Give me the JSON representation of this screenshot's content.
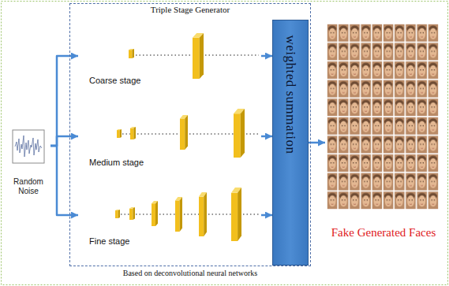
{
  "diagram": {
    "nodes": [
      {
        "text": [
          "Triple Stage Generator"
        ]
      },
      {
        "text": [
          "Coarse stage"
        ],
        "in": 0
      },
      {
        "text": [
          "Medium stage"
        ],
        "in": 0
      },
      {
        "text": [
          "Fine stage"
        ],
        "in": 0
      },
      {
        "text": [
          "weighted summation"
        ],
        "in": 0
      },
      {
        "text": [
          "Random Noise"
        ]
      },
      {
        "text": [
          "Fake Generated Faces"
        ]
      }
    ],
    "edges": [
      {
        "from": 5,
        "to": 1,
        "arrow": "to"
      },
      {
        "from": 5,
        "to": 2,
        "arrow": "to"
      },
      {
        "from": 5,
        "to": 3,
        "arrow": "to"
      },
      {
        "from": 1,
        "to": 4,
        "arrow": "to"
      },
      {
        "from": 2,
        "to": 4,
        "arrow": "to"
      },
      {
        "from": 3,
        "to": 4,
        "arrow": "to"
      },
      {
        "from": 4,
        "to": 6,
        "arrow": "to"
      }
    ],
    "labels": [
      "Based on deconvolutional neural networks"
    ]
  }
}
